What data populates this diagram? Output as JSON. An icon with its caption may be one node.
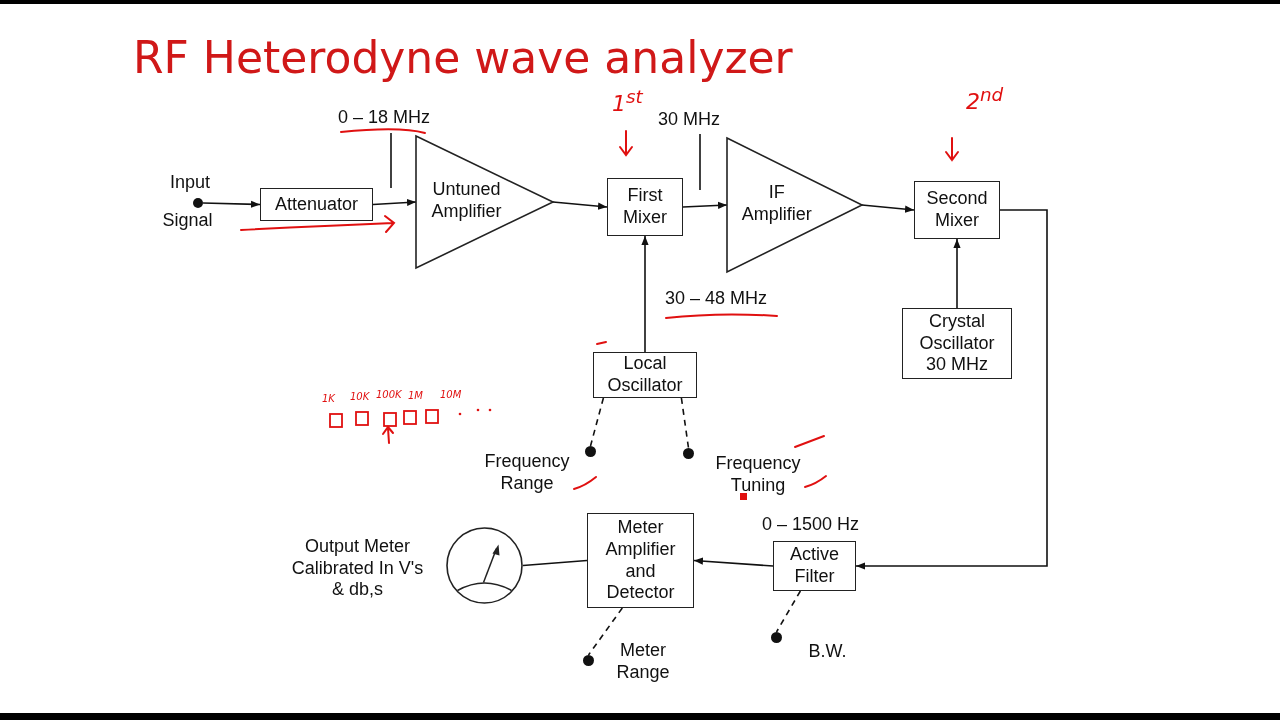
{
  "diagram": {
    "title": "RF Heterodyne wave analyzer",
    "nodes": [
      {
        "text": [],
        "shape": "circle",
        "beside": [
          "Input",
          "Signal"
        ]
      },
      {
        "text": [
          "Attenuator"
        ]
      },
      {
        "text": [
          "Untuned Amplifier"
        ]
      },
      {
        "text": [
          "First Mixer"
        ]
      },
      {
        "text": [
          "IF Amplifier"
        ]
      },
      {
        "text": [
          "Second Mixer"
        ]
      },
      {
        "text": [
          "Crystal Oscillator 30 MHz"
        ]
      },
      {
        "text": [
          "Local Oscillator"
        ]
      },
      {
        "text": [],
        "shape": "circle",
        "beside": [
          "Frequency Range"
        ]
      },
      {
        "text": [],
        "shape": "circle",
        "beside": [
          "Frequency Tuning"
        ]
      },
      {
        "text": [
          "Active Filter"
        ]
      },
      {
        "text": [
          "Meter Amplifier and Detector"
        ]
      },
      {
        "text": [],
        "shape": "circle",
        "beside": [
          "Output Meter Calibrated In V's & db,s"
        ]
      },
      {
        "text": [],
        "shape": "circle",
        "beside": [
          "Meter Range"
        ]
      },
      {
        "text": [],
        "shape": "circle",
        "beside": [
          "B.W."
        ]
      }
    ],
    "edges": [
      {
        "from": 0,
        "to": 1,
        "arrow": "to"
      },
      {
        "from": 1,
        "to": 2,
        "arrow": "to"
      },
      {
        "from": 2,
        "to": 3,
        "arrow": "to"
      },
      {
        "from": 3,
        "to": 4,
        "arrow": "to"
      },
      {
        "from": 4,
        "to": 5,
        "arrow": "to"
      },
      {
        "from": 6,
        "to": 5,
        "arrow": "to"
      },
      {
        "from": 7,
        "to": 3,
        "arrow": "to"
      },
      {
        "from": 5,
        "to": 10,
        "arrow": "to"
      },
      {
        "from": 10,
        "to": 11,
        "arrow": "to"
      },
      {
        "from": 11,
        "to": 12,
        "arrow": "none"
      },
      {
        "from": 7,
        "to": 8,
        "arrow": "none",
        "style": "dashed"
      },
      {
        "from": 7,
        "to": 9,
        "arrow": "none",
        "style": "dashed"
      },
      {
        "from": 11,
        "to": 13,
        "arrow": "none",
        "style": "dashed"
      },
      {
        "from": 10,
        "to": 14,
        "arrow": "none",
        "style": "dashed"
      }
    ],
    "labels": [
      "0 – 18 MHz",
      "1$^{st}$",
      "30 MHz",
      "2$^{nd}$",
      "30 – 48 MHz",
      "1K",
      "10K",
      "100K",
      "1M",
      "10M",
      "0 – 1500 Hz"
    ]
  }
}
